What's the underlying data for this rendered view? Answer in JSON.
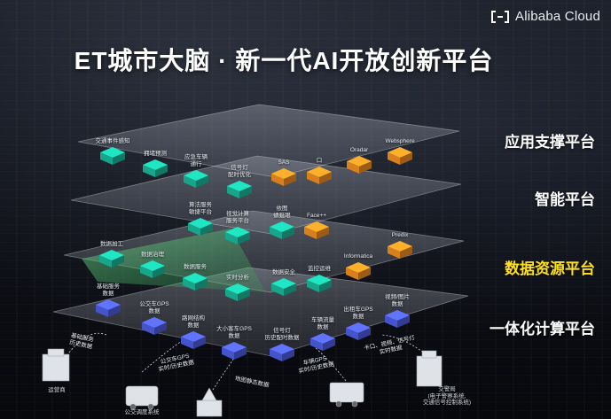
{
  "brand": {
    "name": "Alibaba Cloud",
    "icon": "alibaba-cloud-icon"
  },
  "title": "ET城市大脑 · 新一代AI开放创新平台",
  "layers": [
    {
      "label": "应用支撑平台",
      "highlight": false
    },
    {
      "label": "智能平台",
      "highlight": false
    },
    {
      "label": "数据资源平台",
      "highlight": true
    },
    {
      "label": "一体化计算平台",
      "highlight": false
    }
  ],
  "colors": {
    "teal": "#19b89c",
    "orange": "#f08d22",
    "blue": "#4d5de0",
    "highlight": "#ffe21a",
    "green_plane": "#4ed17a"
  },
  "nodes": {
    "app": [
      "交通事件感知",
      "拥堵预测",
      "应急车辆\n通行",
      "信号灯\n配时优化",
      "SAS",
      "口",
      "Oradar",
      "Websphere"
    ],
    "ai": [
      "算法服务\n敏捷平台",
      "视觉计算\n服务平台",
      "依图\n蜻蜓眼",
      "Face++",
      "Predix"
    ],
    "data": [
      "数据加工",
      "数据治理",
      "数据服务",
      "实时分析",
      "数据安全",
      "监控运维",
      "Informatica"
    ],
    "compute": [
      "基础服务\n数据",
      "公交车GPS\n数据",
      "路网结构\n数据",
      "大小客车GPS\n数据",
      "信号灯\n历史配时数据",
      "车辆流量\n数据",
      "出租车GPS\n数据",
      "视频/图片\n数据"
    ]
  },
  "flows": [
    "基础服务\n历史数据",
    "公交车GPS\n实时/历史数据",
    "地图静态数据",
    "车辆GPS\n实时/历史数据",
    "卡口、视频、信号灯\n实时数据"
  ],
  "sources": [
    "运营商",
    "公交调度系统",
    "交警局\n(电子警察系统,\n交通信号控制系统)"
  ]
}
